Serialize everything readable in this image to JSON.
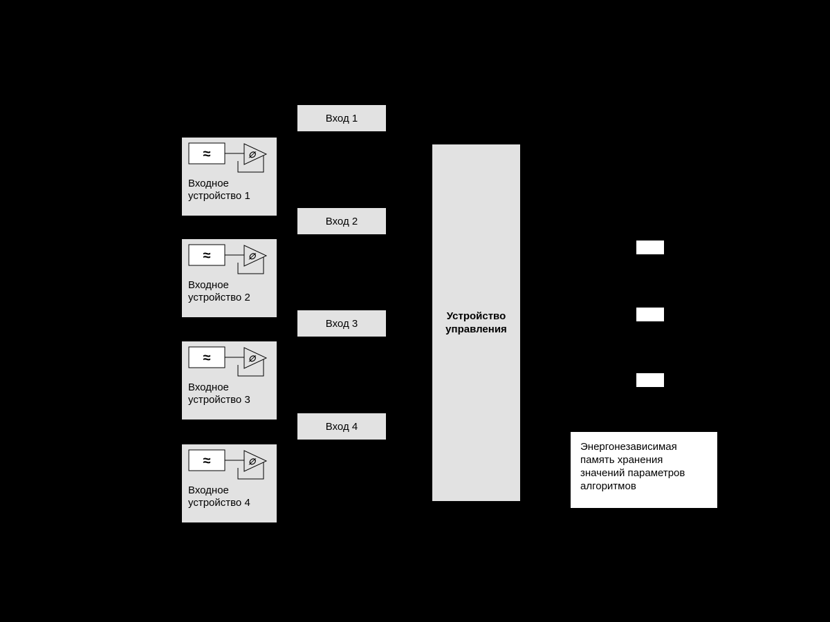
{
  "diagram": {
    "inputs": [
      {
        "label": "Вход 1"
      },
      {
        "label": "Вход 2"
      },
      {
        "label": "Вход 3"
      },
      {
        "label": "Вход 4"
      }
    ],
    "input_devices": [
      {
        "label": "Входное устройство 1"
      },
      {
        "label": "Входное устройство 2"
      },
      {
        "label": "Входное устройство 3"
      },
      {
        "label": "Входное устройство 4"
      }
    ],
    "control_unit": {
      "label": "Устройство управления"
    },
    "memory": {
      "label": "Энергонезависимая память хранения значений параметров алгоритмов"
    },
    "icons": {
      "ac_source_symbol": "≈",
      "amplifier_symbol": "∅"
    },
    "colors": {
      "background": "#000000",
      "block_fill": "#e2e2e2",
      "white_fill": "#ffffff",
      "text": "#000000"
    }
  }
}
